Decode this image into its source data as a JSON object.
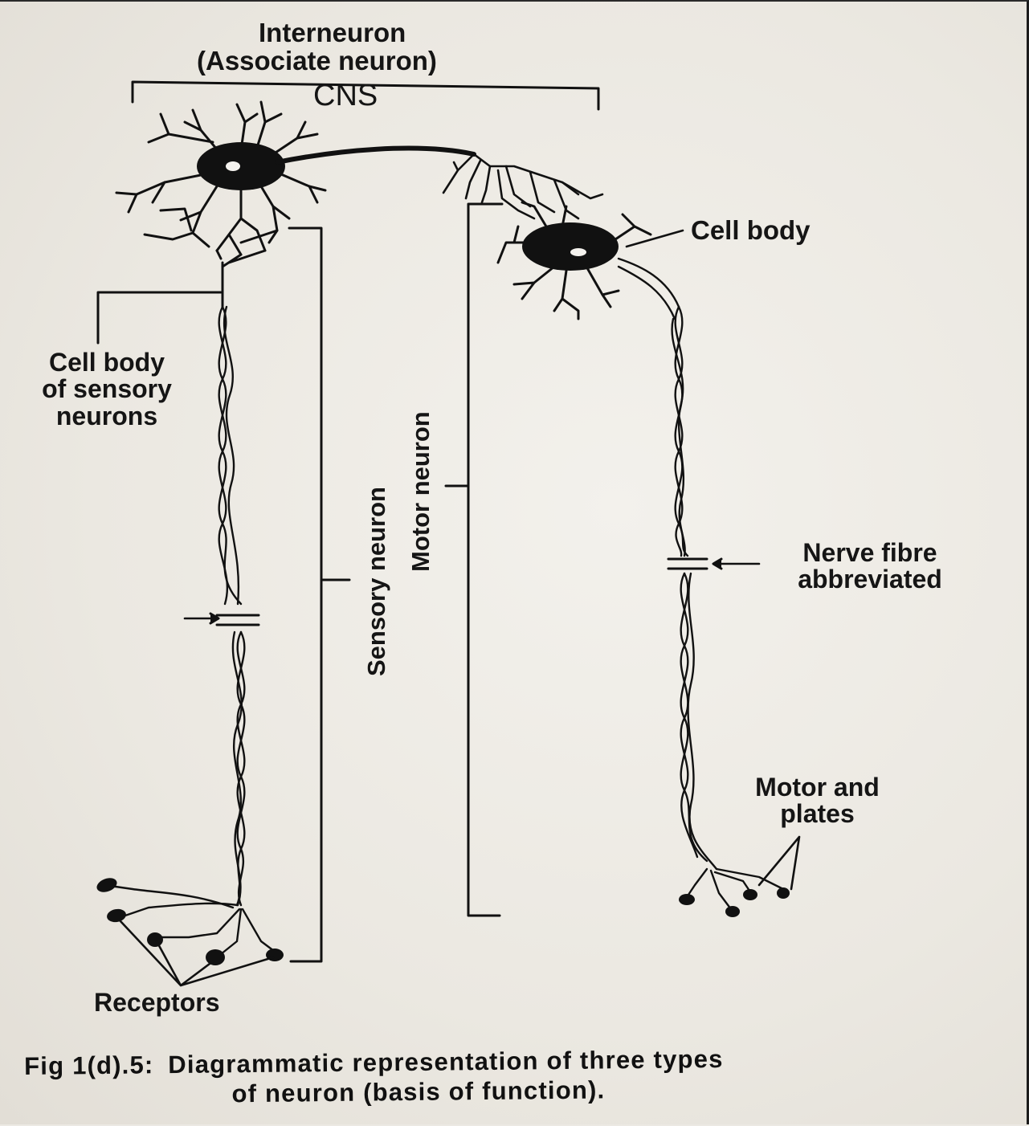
{
  "labels": {
    "interneuron": "Interneuron",
    "associate": "(Associate neuron)",
    "cns": "CNS",
    "cell_body": "Cell body",
    "cell_body_sensory": "Cell body\nof sensory\nneurons",
    "sensory_neuron": "Sensory neuron",
    "motor_neuron": "Motor neuron",
    "nerve_fibre": "Nerve fibre\nabbreviated",
    "motor_end_plates": "Motor and\nplates",
    "receptors": "Receptors"
  },
  "caption": {
    "figure_number": "Fig 1(d).5:",
    "line1": "Diagrammatic representation of three types",
    "line2": "of neuron (basis of function)."
  },
  "colors": {
    "ink": "#111111",
    "paper": "#ece9e3"
  }
}
